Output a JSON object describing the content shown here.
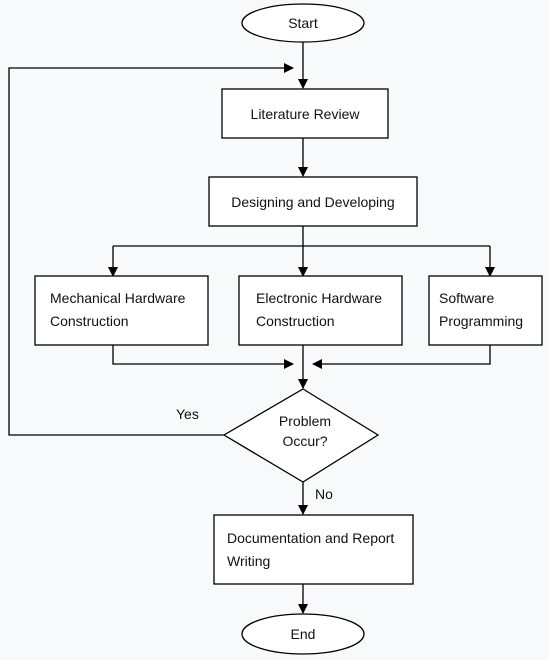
{
  "diagram": {
    "nodes": {
      "start": {
        "label": "Start"
      },
      "literature_review": {
        "label": "Literature Review"
      },
      "designing": {
        "label": "Designing and Developing"
      },
      "mechanical": {
        "line1": "Mechanical Hardware",
        "line2": "Construction"
      },
      "electronic": {
        "line1": "Electronic Hardware",
        "line2": "Construction"
      },
      "software": {
        "line1": "Software",
        "line2": "Programming"
      },
      "decision": {
        "line1": "Problem",
        "line2": "Occur?"
      },
      "documentation": {
        "line1": "Documentation and Report",
        "line2": "Writing"
      },
      "end": {
        "label": "End"
      }
    },
    "edges": {
      "yes_label": "Yes",
      "no_label": "No"
    }
  }
}
